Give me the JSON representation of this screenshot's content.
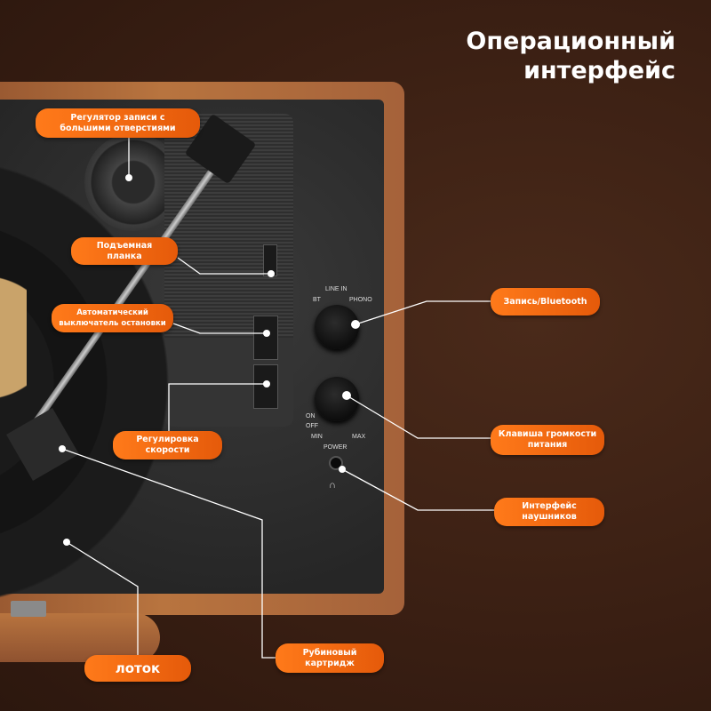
{
  "title": {
    "line1": "Операционный",
    "line2": "интерфейс"
  },
  "panel_labels": {
    "bt": "BT",
    "line_in": "LINE IN",
    "phono": "PHONO",
    "on": "ON",
    "off": "OFF",
    "min": "MIN",
    "max": "MAX",
    "power": "POWER"
  },
  "callouts": {
    "record_regulator": {
      "line1": "Регулятор записи с",
      "line2": "большими отверстиями"
    },
    "lift_bar": {
      "line1": "Подъемная",
      "line2": "планка"
    },
    "auto_stop": {
      "line1": "Автоматический",
      "line2": "выключатель остановки"
    },
    "speed": {
      "line1": "Регулировка",
      "line2": "скорости"
    },
    "bluetooth": {
      "line1": "Запись/Bluetooth"
    },
    "volume": {
      "line1": "Клавиша громкости",
      "line2": "питания"
    },
    "headphones": {
      "line1": "Интерфейс",
      "line2": "наушников"
    },
    "ruby": {
      "line1": "Рубиновый",
      "line2": "картридж"
    },
    "tray": {
      "line1": "лоток"
    }
  },
  "colors": {
    "accent": "#f26a12",
    "background": "#3a1f13",
    "leather": "#b8743f"
  }
}
